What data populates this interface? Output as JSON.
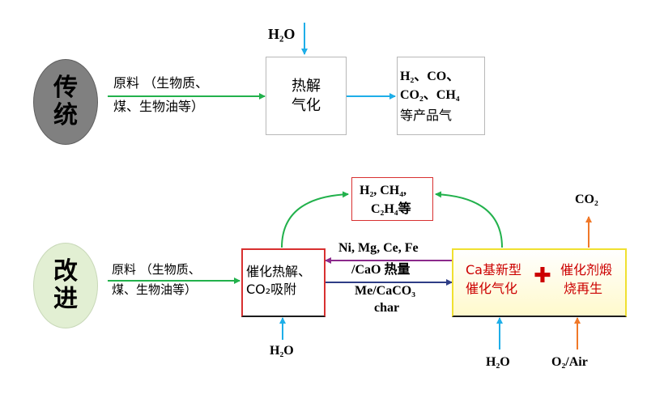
{
  "traditional": {
    "label_line1": "传",
    "label_line2": "统",
    "feed_line1": "原料 （生物质、",
    "feed_line2": "煤、生物油等）",
    "water_input": "H₂O",
    "process_line1": "热解",
    "process_line2": "气化",
    "products_line1": "H₂、CO、",
    "products_line2": "CO₂、CH₄",
    "products_line3": "等产品气"
  },
  "improved": {
    "label_line1": "改",
    "label_line2": "进",
    "feed_line1": "原料 （生物质、",
    "feed_line2": "煤、生物油等）",
    "pyrolysis_line1": "催化热解、",
    "pyrolysis_line2": "CO₂吸附",
    "pyrolysis_water": "H₂O",
    "gas_products_line1": "H₂, CH₄,",
    "gas_products_line2": "C₂H₄等",
    "flow_to_left_line1": "Ni, Mg, Ce, Fe",
    "flow_to_left_line2": "/CaO  热量",
    "flow_to_right_line1": "Me/CaCO₃",
    "flow_to_right_line2": "char",
    "gasifier_line1": "Ca基新型",
    "gasifier_line2": "催化气化",
    "plus_sign": "✚",
    "regen_line1": "催化剂煅",
    "regen_line2": "烧再生",
    "co2_output": "CO₂",
    "gasifier_water": "H₂O",
    "oxidant_input": "O₂/Air"
  },
  "colors": {
    "green": "#22b14c",
    "blue": "#1eaee8",
    "purple": "#8b2a8b",
    "navy": "#2e3d86",
    "orange": "#f07828",
    "red_text": "#cc0000",
    "oval_gray": "#808080",
    "oval_light_green": "#e2efd3"
  }
}
